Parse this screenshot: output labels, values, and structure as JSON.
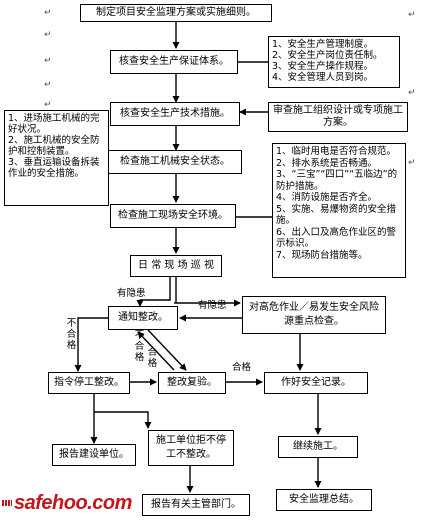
{
  "main_flow": {
    "formulate": "制定项目安全监理方案或实施细则。",
    "check_guarantee": "核查安全生产保证体系。",
    "check_technical": "核查安全生产技术措施。",
    "check_machinery": "检查施工机械安全状态。",
    "check_environment": "检查施工现场安全环境。",
    "daily_patrol": "日 常 现 场 巡 视"
  },
  "side_notes": {
    "guarantee_items": "1、安全生产管理制度。\n2、安全生产岗位责任制。\n3、安全生产操作规程。\n4、安全管理人员到岗。",
    "review_plan": "审查施工组织设计或专项施工方案。",
    "machinery_items": "1、进场施工机械的完好状况。\n2、施工机械的安全防护和控制装置。\n3、垂直运输设备拆装作业的安全措施。",
    "environment_items": "1、临时用电是否符合规范。\n2、排水系统是否畅通。\n3、“三宝”“四口”“五临边”的防护措施。\n4、消防设施是否齐全。\n5、实施、易爆物资的安全措施。\n6、出入口及高危作业区的警示标识。\n7、现场防台措施等。"
  },
  "process": {
    "notify_rectify": "通知整改。",
    "high_risk": "对高危作业／易发生安全风险源重点检查。",
    "order_stop": "指令停工整改。",
    "rectify_recheck": "整改复验。",
    "record": "作好安全记录。",
    "report_owner": "报告建设单位。",
    "contractor_refuses": "施工单位拒不停工不整改。",
    "report_authority": "报告有关主管部门。",
    "continue": "继续施工。",
    "summary": "安全监理总结。"
  },
  "edge_labels": {
    "hazard_1": "有隐患",
    "hazard_2": "有隐患",
    "not_qualified_1": "不合格",
    "not_qualified_2": "不合格",
    "qualified_1": "合格",
    "qualified_2": "合格"
  },
  "watermark": {
    "logo_text": "safehoo.com"
  }
}
